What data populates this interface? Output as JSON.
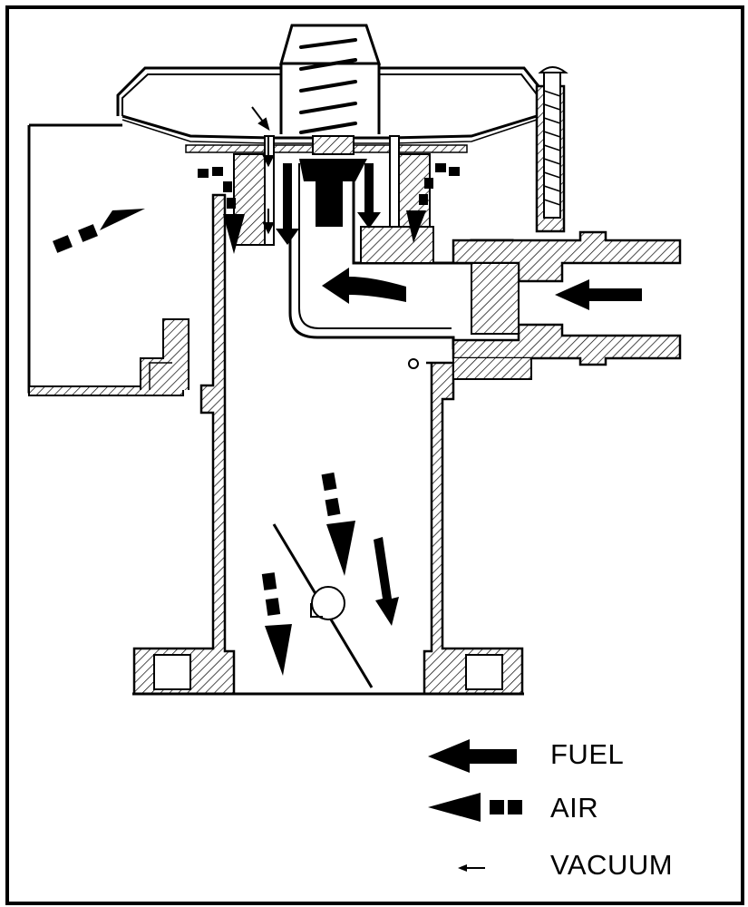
{
  "colors": {
    "ink": "#000000",
    "background": "#ffffff"
  },
  "legend": [
    {
      "label": "FUEL",
      "icon": "solid-arrow-icon"
    },
    {
      "label": "AIR",
      "icon": "dashed-arrow-icon"
    },
    {
      "label": "VACUUM",
      "icon": "thin-arrow-icon"
    }
  ]
}
